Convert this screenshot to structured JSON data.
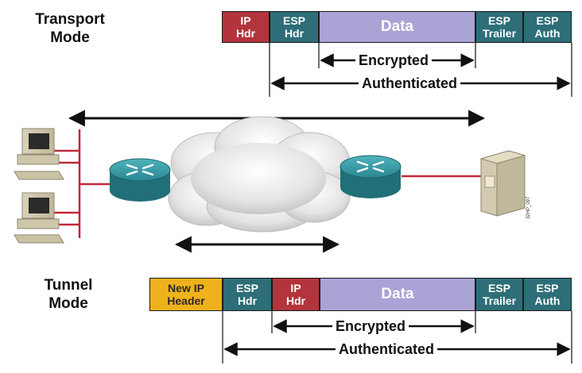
{
  "transport": {
    "title_line1": "Transport",
    "title_line2": "Mode",
    "segments": [
      {
        "line1": "IP",
        "line2": "Hdr",
        "color": "#b3343c"
      },
      {
        "line1": "ESP",
        "line2": "Hdr",
        "color": "#2d6e78"
      },
      {
        "line1": "Data",
        "line2": "",
        "color": "#aaa3d6"
      },
      {
        "line1": "ESP",
        "line2": "Trailer",
        "color": "#2d6e78"
      },
      {
        "line1": "ESP",
        "line2": "Auth",
        "color": "#2d6e78"
      }
    ],
    "encrypted_label": "Encrypted",
    "authenticated_label": "Authenticated"
  },
  "tunnel": {
    "title_line1": "Tunnel",
    "title_line2": "Mode",
    "segments": [
      {
        "line1": "New IP",
        "line2": "Header",
        "color": "#f0b21c"
      },
      {
        "line1": "ESP",
        "line2": "Hdr",
        "color": "#2d6e78"
      },
      {
        "line1": "IP",
        "line2": "Hdr",
        "color": "#b3343c"
      },
      {
        "line1": "Data",
        "line2": "",
        "color": "#aaa3d6"
      },
      {
        "line1": "ESP",
        "line2": "Trailer",
        "color": "#2d6e78"
      },
      {
        "line1": "ESP",
        "line2": "Auth",
        "color": "#2d6e78"
      }
    ],
    "encrypted_label": "Encrypted",
    "authenticated_label": "Authenticated"
  },
  "figure_tag": "32HP_097",
  "colors": {
    "router": "#2f8f9a",
    "link": "#c0283a",
    "arrow": "#111111",
    "cloud": "#e6e6e6"
  }
}
